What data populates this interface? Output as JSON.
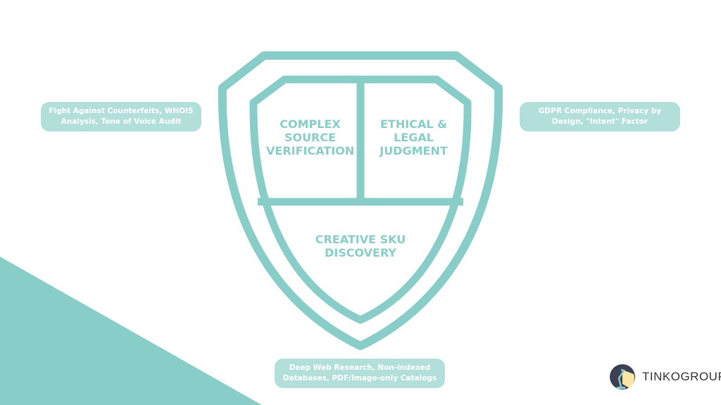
{
  "colors": {
    "accent": "#88cdc8",
    "pill": "#b3dfdb"
  },
  "segments": {
    "top_left": "COMPLEX SOURCE VERIFICATION",
    "top_right": "ETHICAL & LEGAL JUDGMENT",
    "bottom": "CREATIVE SKU DISCOVERY"
  },
  "labels": {
    "left": "Fight Against Counterfeits, WHOIS Analysis, Tone of Voice Audit",
    "right": "GDPR Compliance, Privacy by Design, \"Intent\" Factor",
    "bottom": "Deep Web Research, Non-indexed Databases, PDF/Image-only Catalogs"
  },
  "logo": {
    "text": "TINKOGROUP"
  }
}
